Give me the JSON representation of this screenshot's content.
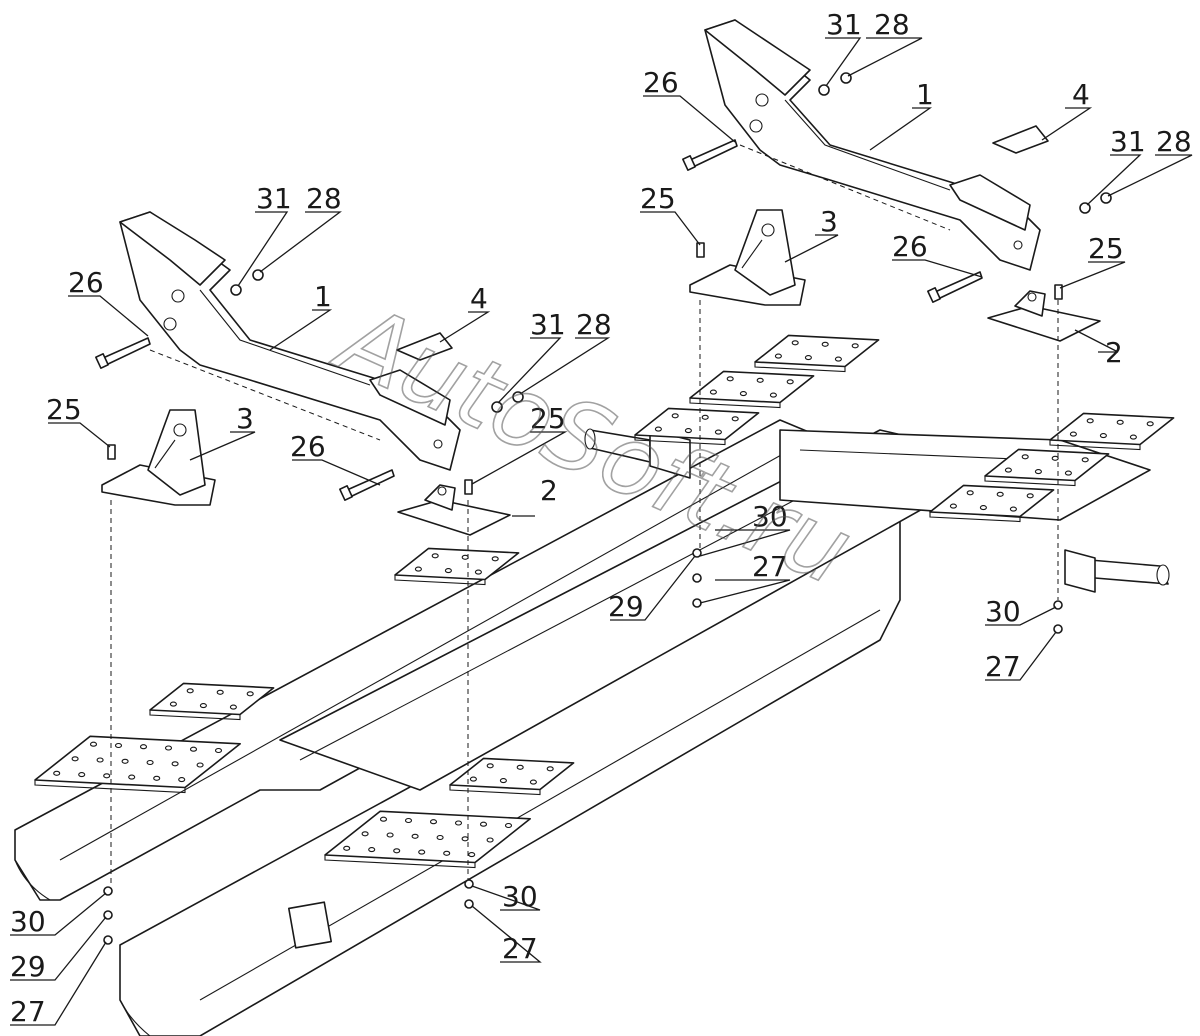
{
  "watermark": "AutoSoft.ru",
  "callouts": [
    {
      "id": "c1",
      "text": "31"
    },
    {
      "id": "c2",
      "text": "28"
    },
    {
      "id": "c3",
      "text": "26"
    },
    {
      "id": "c4",
      "text": "1"
    },
    {
      "id": "c5",
      "text": "4"
    },
    {
      "id": "c6",
      "text": "31"
    },
    {
      "id": "c7",
      "text": "28"
    },
    {
      "id": "c8",
      "text": "25"
    },
    {
      "id": "c9",
      "text": "3"
    },
    {
      "id": "c10",
      "text": "26"
    },
    {
      "id": "c11",
      "text": "25"
    },
    {
      "id": "c12",
      "text": "2"
    },
    {
      "id": "c13",
      "text": "31"
    },
    {
      "id": "c14",
      "text": "28"
    },
    {
      "id": "c15",
      "text": "26"
    },
    {
      "id": "c16",
      "text": "1"
    },
    {
      "id": "c17",
      "text": "4"
    },
    {
      "id": "c18",
      "text": "31"
    },
    {
      "id": "c19",
      "text": "28"
    },
    {
      "id": "c20",
      "text": "25"
    },
    {
      "id": "c21",
      "text": "3"
    },
    {
      "id": "c22",
      "text": "26"
    },
    {
      "id": "c23",
      "text": "25"
    },
    {
      "id": "c24",
      "text": "2"
    },
    {
      "id": "c25",
      "text": "30"
    },
    {
      "id": "c26",
      "text": "29"
    },
    {
      "id": "c27",
      "text": "27"
    },
    {
      "id": "c28",
      "text": "30"
    },
    {
      "id": "c29",
      "text": "27"
    },
    {
      "id": "c30",
      "text": "30"
    },
    {
      "id": "c31",
      "text": "29"
    },
    {
      "id": "c32",
      "text": "27"
    },
    {
      "id": "c33",
      "text": "30"
    },
    {
      "id": "c34",
      "text": "27"
    }
  ]
}
